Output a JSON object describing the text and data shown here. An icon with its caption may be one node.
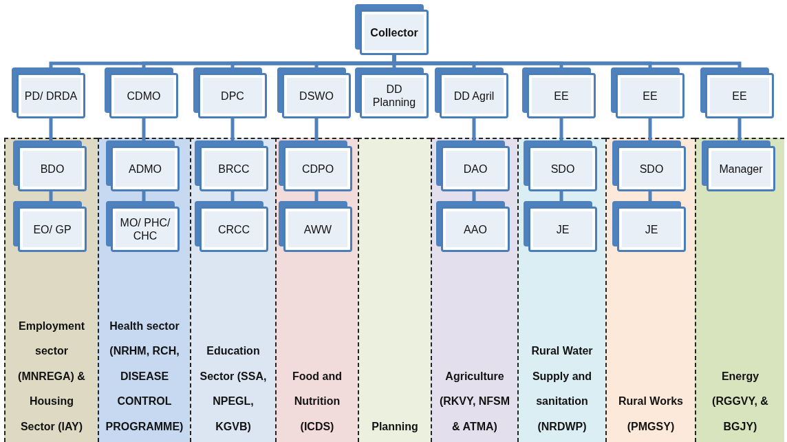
{
  "diagram": {
    "nodes": [
      {
        "text": [
          "Collector"
        ]
      },
      {
        "text": [
          "PD/ DRDA"
        ]
      },
      {
        "text": [
          "CDMO"
        ]
      },
      {
        "text": [
          "DPC"
        ]
      },
      {
        "text": [
          "DSWO"
        ]
      },
      {
        "text": [
          "DD Planning"
        ]
      },
      {
        "text": [
          "DD Agril"
        ]
      },
      {
        "text": [
          "EE"
        ]
      },
      {
        "text": [
          "EE"
        ]
      },
      {
        "text": [
          "EE"
        ]
      },
      {
        "text": [
          "Employment sector (MNREGA) & Housing Sector (IAY)"
        ]
      },
      {
        "text": [
          "BDO"
        ],
        "in": 10
      },
      {
        "text": [
          "EO/ GP"
        ],
        "in": 10
      },
      {
        "text": [
          "Health sector (NRHM, RCH, DISEASE CONTROL PROGRAMME)"
        ]
      },
      {
        "text": [
          "ADMO"
        ],
        "in": 13
      },
      {
        "text": [
          "MO/ PHC/ CHC"
        ],
        "in": 13
      },
      {
        "text": [
          "Education Sector (SSA, NPEGL, KGVB)"
        ]
      },
      {
        "text": [
          "BRCC"
        ],
        "in": 16
      },
      {
        "text": [
          "CRCC"
        ],
        "in": 16
      },
      {
        "text": [
          "Food and Nutrition (ICDS)"
        ]
      },
      {
        "text": [
          "CDPO"
        ],
        "in": 19
      },
      {
        "text": [
          "AWW"
        ],
        "in": 19
      },
      {
        "text": [
          "Planning"
        ]
      },
      {
        "text": [
          "Agriculture (RKVY, NFSM & ATMA)"
        ]
      },
      {
        "text": [
          "DAO"
        ],
        "in": 23
      },
      {
        "text": [
          "AAO"
        ],
        "in": 23
      },
      {
        "text": [
          "Rural Water Supply and sanitation (NRDWP)"
        ]
      },
      {
        "text": [
          "SDO"
        ],
        "in": 26
      },
      {
        "text": [
          "JE"
        ],
        "in": 26
      },
      {
        "text": [
          "Rural Works (PMGSY)"
        ]
      },
      {
        "text": [
          "SDO"
        ],
        "in": 29
      },
      {
        "text": [
          "JE"
        ],
        "in": 29
      },
      {
        "text": [
          "Energy (RGGVY, & BGJY)"
        ]
      },
      {
        "text": [
          "Manager"
        ],
        "in": 32
      }
    ],
    "edges": [
      {
        "from": 0,
        "to": 1,
        "arrow": "none"
      },
      {
        "from": 0,
        "to": 2,
        "arrow": "none"
      },
      {
        "from": 0,
        "to": 3,
        "arrow": "none"
      },
      {
        "from": 0,
        "to": 4,
        "arrow": "none"
      },
      {
        "from": 0,
        "to": 5,
        "arrow": "none"
      },
      {
        "from": 0,
        "to": 6,
        "arrow": "none"
      },
      {
        "from": 0,
        "to": 7,
        "arrow": "none"
      },
      {
        "from": 0,
        "to": 8,
        "arrow": "none"
      },
      {
        "from": 0,
        "to": 9,
        "arrow": "none"
      },
      {
        "from": 1,
        "to": 11,
        "arrow": "none"
      },
      {
        "from": 11,
        "to": 12,
        "arrow": "none"
      },
      {
        "from": 2,
        "to": 14,
        "arrow": "none"
      },
      {
        "from": 14,
        "to": 15,
        "arrow": "none"
      },
      {
        "from": 3,
        "to": 17,
        "arrow": "none"
      },
      {
        "from": 17,
        "to": 18,
        "arrow": "none"
      },
      {
        "from": 4,
        "to": 20,
        "arrow": "none"
      },
      {
        "from": 20,
        "to": 21,
        "arrow": "none"
      },
      {
        "from": 6,
        "to": 24,
        "arrow": "none"
      },
      {
        "from": 24,
        "to": 25,
        "arrow": "none"
      },
      {
        "from": 7,
        "to": 27,
        "arrow": "none"
      },
      {
        "from": 27,
        "to": 28,
        "arrow": "none"
      },
      {
        "from": 8,
        "to": 30,
        "arrow": "none"
      },
      {
        "from": 30,
        "to": 31,
        "arrow": "none"
      },
      {
        "from": 9,
        "to": 33,
        "arrow": "none"
      }
    ]
  }
}
